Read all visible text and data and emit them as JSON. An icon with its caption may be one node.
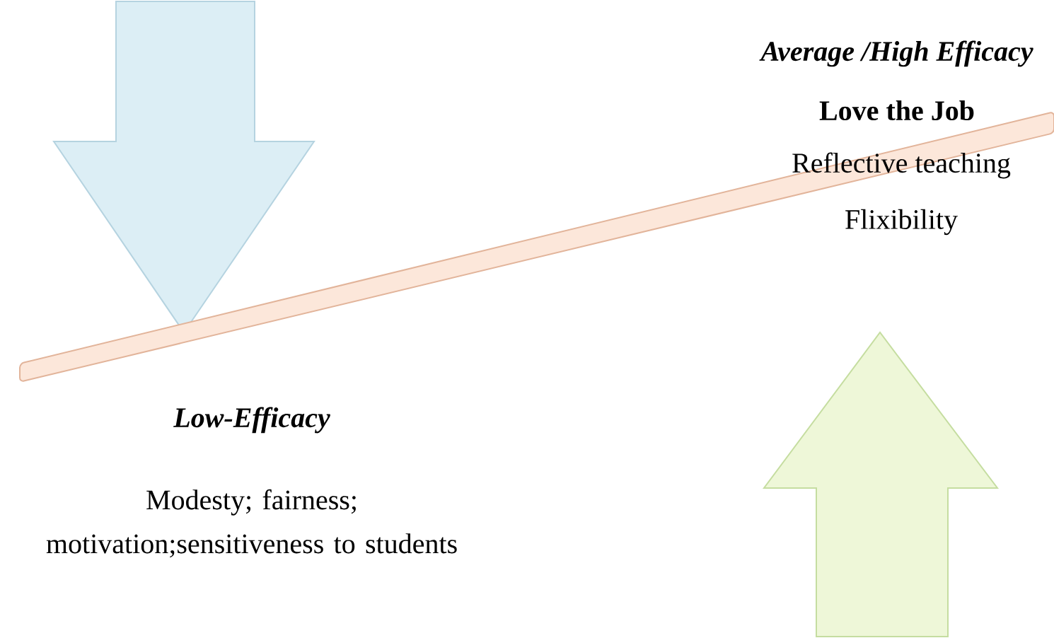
{
  "diagram": {
    "labels": [
      "Average /High Efficacy",
      "Love the Job",
      "Reflective teaching",
      "Flixibility",
      "Low-Efficacy",
      "Modesty; fairness; motivation;sensitiveness to students"
    ]
  }
}
